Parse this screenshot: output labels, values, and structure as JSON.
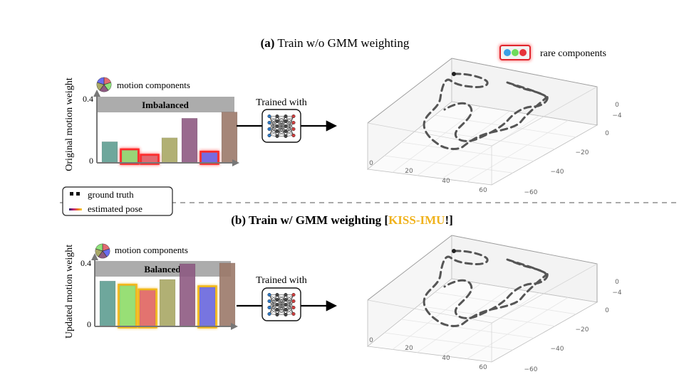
{
  "top_panel": {
    "title_prefix": "(a)",
    "title_text": " Train w/o GMM weighting",
    "ylabel": "Original motion weight",
    "legend_label": "motion components",
    "band_label": "Imbalanced",
    "tick_top": "0.4",
    "tick_zero": "0",
    "arrow_label": "Trained with",
    "bars": [
      {
        "value": 0.135,
        "color": "#5f9e92",
        "rare": false
      },
      {
        "value": 0.08,
        "color": "#8ee27a",
        "rare": true
      },
      {
        "value": 0.045,
        "color": "#e26a72",
        "rare": true
      },
      {
        "value": 0.16,
        "color": "#a9a866",
        "rare": false
      },
      {
        "value": 0.285,
        "color": "#8e5a82",
        "rare": false
      },
      {
        "value": 0.065,
        "color": "#6a6cf0",
        "rare": true
      },
      {
        "value": 0.325,
        "color": "#9c7a6a",
        "rare": false
      }
    ],
    "rare_label": "rare components",
    "rare_dot_colors": [
      "#3aa0e6",
      "#6fdc5a",
      "#e6333a"
    ],
    "axis_x_ticks": [
      "0",
      "20",
      "40",
      "60"
    ],
    "axis_y_ticks": [
      "0",
      "−20",
      "−40",
      "−60"
    ],
    "axis_z_ticks": [
      "0",
      "−4"
    ]
  },
  "divider_legend": {
    "ground_truth": "ground truth",
    "estimated_pose": "estimated pose"
  },
  "bottom_panel": {
    "title_prefix": "(b)",
    "title_text": " Train w/ GMM weighting [",
    "title_highlight": "KISS-IMU",
    "title_suffix": "!]",
    "highlight_color": "#f0b21c",
    "ylabel": "Updated motion weight",
    "legend_label": "motion components",
    "band_label": "Balanced",
    "tick_top": "0.4",
    "tick_zero": "0",
    "arrow_label": "Trained with",
    "bars": [
      {
        "value": 0.29,
        "color": "#5f9e92",
        "rare": false
      },
      {
        "value": 0.26,
        "color": "#8ee27a",
        "rare": true
      },
      {
        "value": 0.23,
        "color": "#e26a72",
        "rare": true
      },
      {
        "value": 0.3,
        "color": "#a9a866",
        "rare": false
      },
      {
        "value": 0.4,
        "color": "#8e5a82",
        "rare": false
      },
      {
        "value": 0.25,
        "color": "#6a6cf0",
        "rare": true
      },
      {
        "value": 0.405,
        "color": "#9c7a6a",
        "rare": false
      }
    ],
    "axis_x_ticks": [
      "0",
      "20",
      "40",
      "60"
    ],
    "axis_y_ticks": [
      "0",
      "−20",
      "−40",
      "−60"
    ],
    "axis_z_ticks": [
      "0",
      "−4"
    ]
  }
}
